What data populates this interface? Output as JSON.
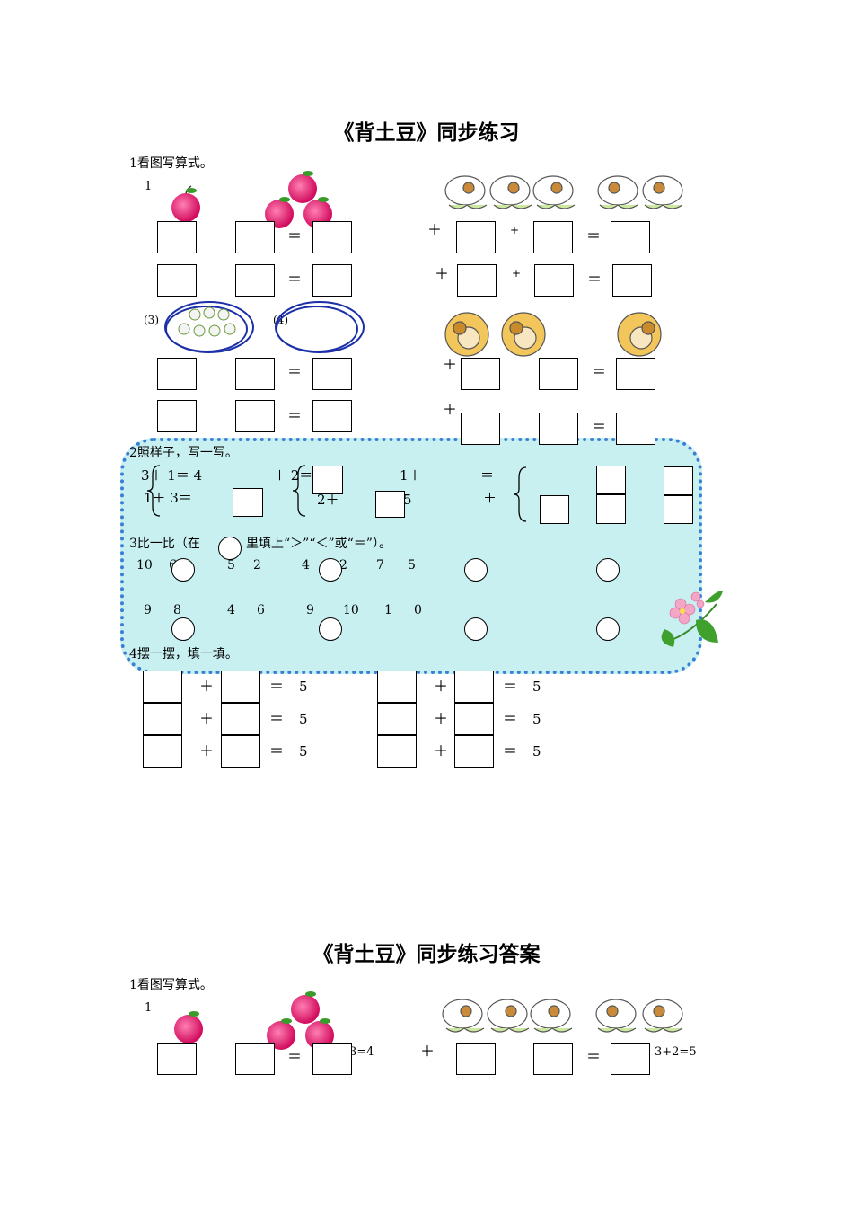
{
  "page1": {
    "title": "《背土豆》同步练习",
    "section1": {
      "heading": "1看图写算式。",
      "num1": "1",
      "num3": "(3)",
      "num4": "(4)"
    },
    "section2": {
      "heading": "2照样子，写一写。",
      "ex_line1": "3＋ 1＝ 4",
      "ex_line2": "1＋ 3＝",
      "ex2_line1": "＋ 2＝",
      "ex2_line2": "2＋",
      "ex3_line1": "1＋",
      "ex3_line1b": "＝",
      "ex3_line2": "5",
      "ex4_plus": "＋"
    },
    "section3": {
      "heading": "3比一比（在",
      "heading_tail": "里填上“＞”“＜”或“＝”）。",
      "row1": [
        "10",
        "6",
        "5",
        "2",
        "4",
        "2",
        "7",
        "5"
      ],
      "row2": [
        "9",
        "8",
        "4",
        "6",
        "9",
        "10",
        "1",
        "0"
      ]
    },
    "section4": {
      "heading": "4摆一摆，填一填。",
      "five": "5"
    }
  },
  "page2": {
    "title": "《背土豆》同步练习答案",
    "heading": "1看图写算式。",
    "num1": "1",
    "answer1": "3=4",
    "answer2": "3+2=5"
  },
  "symbols": {
    "plus": "＋",
    "plus_small": "+",
    "equals": "＝"
  },
  "colors": {
    "panel": "#c9f0f1",
    "panel_border": "#3a7fd6",
    "apple": "#e8176b"
  }
}
